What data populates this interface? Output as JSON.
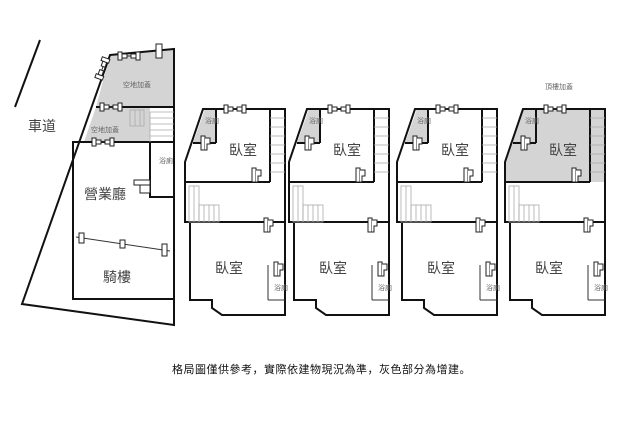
{
  "labels": {
    "road": "車道",
    "open_space_addition": "空地加蓋",
    "business_hall": "營業廳",
    "arcade": "騎樓",
    "bathroom": "浴廁",
    "bedroom": "臥室",
    "rooftop_addition": "頂樓加蓋"
  },
  "caption": "格局圖僅供參考，實際依建物現況為準，灰色部分為增建。",
  "colors": {
    "addition_fill": "#d4d4d4",
    "wall": "#111111"
  }
}
